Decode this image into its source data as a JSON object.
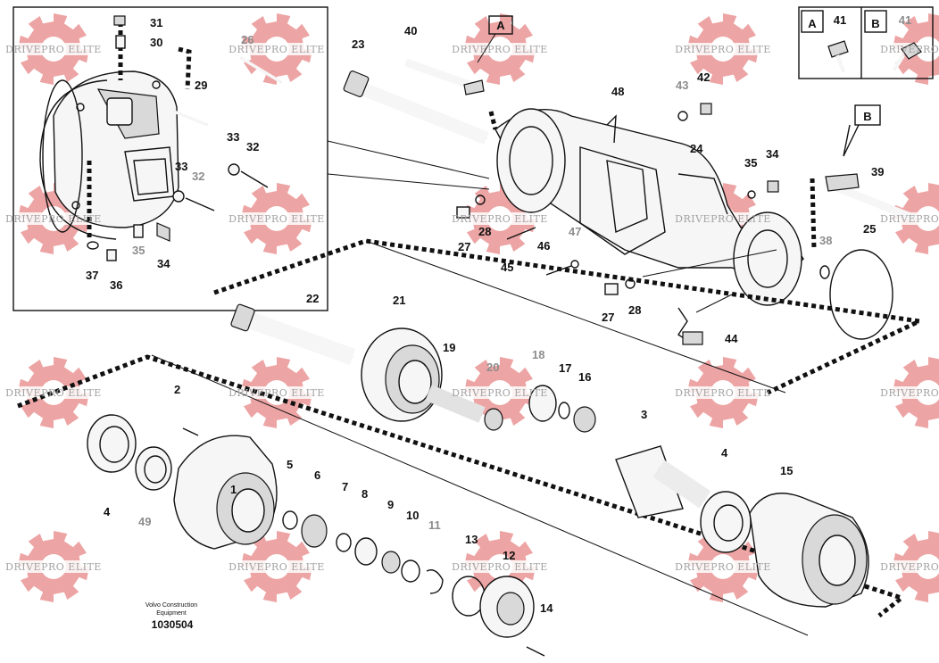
{
  "watermark": {
    "text": "DRIVEPRO ELITE",
    "color": "#e05a5a"
  },
  "callouts": {
    "A": "A",
    "B": "B"
  },
  "legend": {
    "a_letter": "A",
    "a_part": "41",
    "b_letter": "B",
    "b_part": "41"
  },
  "parts": {
    "p1": "1",
    "p2": "2",
    "p3": "3",
    "p4a": "4",
    "p4b": "4",
    "p5": "5",
    "p6": "6",
    "p7": "7",
    "p8": "8",
    "p9": "9",
    "p10": "10",
    "p11": "11",
    "p12": "12",
    "p13": "13",
    "p14": "14",
    "p15": "15",
    "p16": "16",
    "p17": "17",
    "p18": "18",
    "p19": "19",
    "p20": "20",
    "p21": "21",
    "p22": "22",
    "p23": "23",
    "p24": "24",
    "p25": "25",
    "p26": "26",
    "p27a": "27",
    "p27b": "27",
    "p28a": "28",
    "p28b": "28",
    "p29": "29",
    "p30": "30",
    "p31": "31",
    "p32a": "32",
    "p32b": "32",
    "p33a": "33",
    "p33b": "33",
    "p34a": "34",
    "p34b": "34",
    "p35a": "35",
    "p35b": "35",
    "p36": "36",
    "p37": "37",
    "p38": "38",
    "p39": "39",
    "p40": "40",
    "p42": "42",
    "p43": "43",
    "p44": "44",
    "p45": "45",
    "p46": "46",
    "p47": "47",
    "p48": "48",
    "p49": "49"
  },
  "footer": {
    "brand_line1": "Volvo Construction",
    "brand_line2": "Equipment",
    "drawing_number": "1030504"
  }
}
